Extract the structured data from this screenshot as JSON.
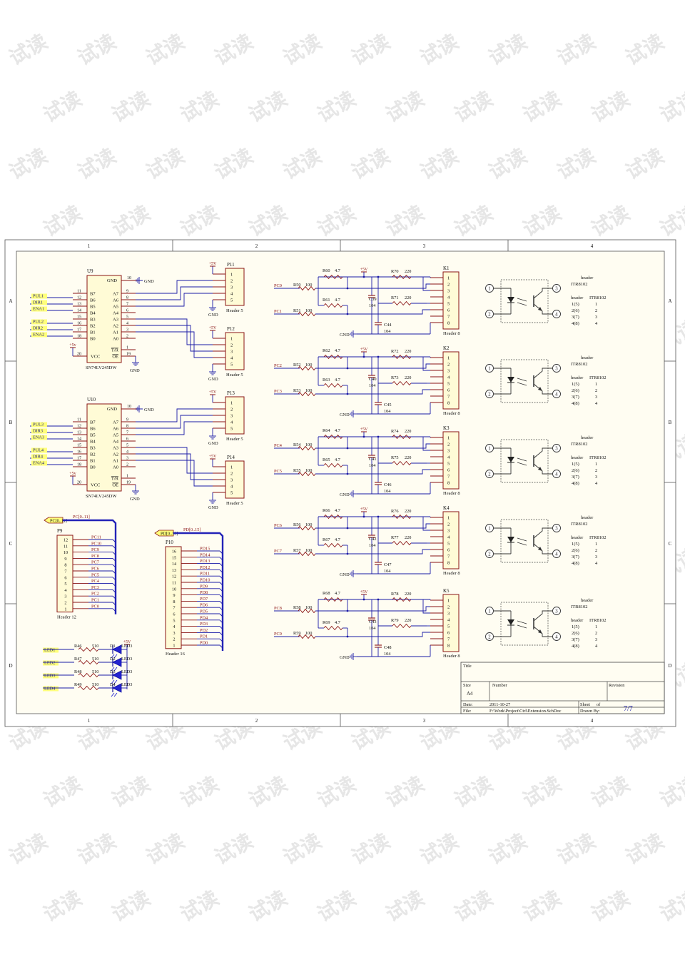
{
  "watermark": "试读",
  "border": {
    "columns": [
      "1",
      "2",
      "3",
      "4"
    ],
    "rows": [
      "A",
      "B",
      "C",
      "D"
    ]
  },
  "buffers": [
    {
      "ref": "U9",
      "part": "SN74LV245DW",
      "gnd": "GND",
      "gnd_pin": "10",
      "vcc": "VCC",
      "vcc_pin": "20",
      "supply": "+5v",
      "dir_pin_name": "T/R",
      "oe_pin_name": "OE",
      "dir_pin": "1",
      "oe_pin": "19",
      "oe_gnd": "GND",
      "left_pins": [
        {
          "num": "11",
          "name": "B7"
        },
        {
          "num": "12",
          "name": "B6"
        },
        {
          "num": "13",
          "name": "B5"
        },
        {
          "num": "14",
          "name": "B4"
        },
        {
          "num": "15",
          "name": "B3"
        },
        {
          "num": "16",
          "name": "B2"
        },
        {
          "num": "17",
          "name": "B1"
        },
        {
          "num": "18",
          "name": "B0"
        }
      ],
      "right_pins": [
        {
          "num": "9",
          "name": "A7"
        },
        {
          "num": "8",
          "name": "A6"
        },
        {
          "num": "7",
          "name": "A5"
        },
        {
          "num": "6",
          "name": "A4"
        },
        {
          "num": "5",
          "name": "A3"
        },
        {
          "num": "4",
          "name": "A2"
        },
        {
          "num": "3",
          "name": "A1"
        },
        {
          "num": "2",
          "name": "A0"
        }
      ],
      "nets": [
        "PUL1",
        "DIR1",
        "ENA1",
        "PUL2",
        "DIR2",
        "ENA2"
      ]
    },
    {
      "ref": "U10",
      "part": "SN74LV245DW",
      "gnd": "GND",
      "gnd_pin": "10",
      "vcc": "VCC",
      "vcc_pin": "20",
      "supply": "+5v",
      "dir_pin_name": "T/R",
      "oe_pin_name": "OE",
      "dir_pin": "1",
      "oe_pin": "19",
      "oe_gnd": "GND",
      "left_pins": [
        {
          "num": "11",
          "name": "B7"
        },
        {
          "num": "12",
          "name": "B6"
        },
        {
          "num": "13",
          "name": "B5"
        },
        {
          "num": "14",
          "name": "B4"
        },
        {
          "num": "15",
          "name": "B3"
        },
        {
          "num": "16",
          "name": "B2"
        },
        {
          "num": "17",
          "name": "B1"
        },
        {
          "num": "18",
          "name": "B0"
        }
      ],
      "right_pins": [
        {
          "num": "9",
          "name": "A7"
        },
        {
          "num": "8",
          "name": "A6"
        },
        {
          "num": "7",
          "name": "A5"
        },
        {
          "num": "6",
          "name": "A4"
        },
        {
          "num": "5",
          "name": "A3"
        },
        {
          "num": "4",
          "name": "A2"
        },
        {
          "num": "3",
          "name": "A1"
        },
        {
          "num": "2",
          "name": "A0"
        }
      ],
      "nets": [
        "PUL3",
        "DIR3",
        "ENA3",
        "PUL4",
        "DIR4",
        "ENA4"
      ]
    }
  ],
  "small_headers": [
    {
      "ref": "P11",
      "label": "Header 5",
      "supply": "+5V",
      "gnd": "GND",
      "pins": [
        "1",
        "2",
        "3",
        "4",
        "5"
      ]
    },
    {
      "ref": "P12",
      "label": "Header 5",
      "supply": "+5V",
      "gnd": "GND",
      "pins": [
        "1",
        "2",
        "3",
        "4",
        "5"
      ]
    },
    {
      "ref": "P13",
      "label": "Header 5",
      "supply": "+5V",
      "gnd": "GND",
      "pins": [
        "1",
        "2",
        "3",
        "4",
        "5"
      ]
    },
    {
      "ref": "P14",
      "label": "Header 5",
      "supply": "+5V",
      "gnd": "GND",
      "pins": [
        "1",
        "2",
        "3",
        "4",
        "5"
      ]
    }
  ],
  "bus_headers": [
    {
      "ref": "P9",
      "label": "Header 12",
      "port": "PC[0..11]",
      "bus": "PC[0..11]",
      "pins": [
        "12",
        "11",
        "10",
        "9",
        "8",
        "7",
        "6",
        "5",
        "4",
        "3",
        "2",
        "1"
      ],
      "nets": [
        "PC11",
        "PC10",
        "PC9",
        "PC8",
        "PC7",
        "PC6",
        "PC5",
        "PC4",
        "PC3",
        "PC2",
        "PC1",
        "PC0"
      ]
    },
    {
      "ref": "P10",
      "label": "Header 16",
      "port": "PD[0..15]",
      "bus": "PD[0..15]",
      "pins": [
        "16",
        "15",
        "14",
        "13",
        "12",
        "11",
        "10",
        "9",
        "8",
        "7",
        "6",
        "5",
        "4",
        "3",
        "2",
        "1"
      ],
      "nets": [
        "PD15",
        "PD14",
        "PD13",
        "PD12",
        "PD11",
        "PD10",
        "PD9",
        "PD8",
        "PD7",
        "PD6",
        "PD5",
        "PD4",
        "PD3",
        "PD2",
        "PD1",
        "PD0"
      ]
    }
  ],
  "leds": [
    {
      "net": "LED1",
      "res": "R46",
      "val": "510",
      "diode": "D1",
      "part": "LED3"
    },
    {
      "net": "LED2",
      "res": "R47",
      "val": "510",
      "diode": "D2",
      "part": "LED3"
    },
    {
      "net": "LED3",
      "res": "R48",
      "val": "510",
      "diode": "D3",
      "part": "LED3"
    },
    {
      "net": "LED4",
      "res": "R49",
      "val": "510",
      "diode": "D4",
      "part": "LED3"
    }
  ],
  "led_supply": "+5V",
  "sensor_blocks": [
    {
      "k": "K1",
      "header": "Header 8",
      "supply": "+5V",
      "gnd": "GND",
      "pa": "R60",
      "pa_val": "4.7",
      "pb": "R61",
      "pb_val": "4.7",
      "ina": "PC0",
      "ra": "R50",
      "ra_val": "100",
      "inb": "PC1",
      "rb": "R51",
      "rb_val": "100",
      "oa": "R70",
      "oa_val": "220",
      "ob": "R71",
      "ob_val": "220",
      "ca": "C39",
      "ca_val": "104",
      "cb": "C44",
      "cb_val": "104",
      "pins": [
        "1",
        "2",
        "3",
        "4",
        "5",
        "6",
        "7",
        "8"
      ]
    },
    {
      "k": "K2",
      "header": "Header 8",
      "supply": "+5V",
      "gnd": "GND",
      "pa": "R62",
      "pa_val": "4.7",
      "pb": "R63",
      "pb_val": "4.7",
      "ina": "PC2",
      "ra": "R52",
      "ra_val": "100",
      "inb": "PC3",
      "rb": "R53",
      "rb_val": "100",
      "oa": "R72",
      "oa_val": "220",
      "ob": "R73",
      "ob_val": "220",
      "ca": "C40",
      "ca_val": "104",
      "cb": "C45",
      "cb_val": "104",
      "pins": [
        "1",
        "2",
        "3",
        "4",
        "5",
        "6",
        "7",
        "8"
      ]
    },
    {
      "k": "K3",
      "header": "Header 8",
      "supply": "+5V",
      "gnd": "GND",
      "pa": "R64",
      "pa_val": "4.7",
      "pb": "R65",
      "pb_val": "4.7",
      "ina": "PC4",
      "ra": "R54",
      "ra_val": "100",
      "inb": "PC5",
      "rb": "R55",
      "rb_val": "100",
      "oa": "R74",
      "oa_val": "220",
      "ob": "R75",
      "ob_val": "220",
      "ca": "C41",
      "ca_val": "104",
      "cb": "C46",
      "cb_val": "104",
      "pins": [
        "1",
        "2",
        "3",
        "4",
        "5",
        "6",
        "7",
        "8"
      ]
    },
    {
      "k": "K4",
      "header": "Header 8",
      "supply": "+5V",
      "gnd": "GND",
      "pa": "R66",
      "pa_val": "4.7",
      "pb": "R67",
      "pb_val": "4.7",
      "ina": "PC6",
      "ra": "R56",
      "ra_val": "100",
      "inb": "PC7",
      "rb": "R57",
      "rb_val": "100",
      "oa": "R76",
      "oa_val": "220",
      "ob": "R77",
      "ob_val": "220",
      "ca": "C42",
      "ca_val": "104",
      "cb": "C47",
      "cb_val": "104",
      "pins": [
        "1",
        "2",
        "3",
        "4",
        "5",
        "6",
        "7",
        "8"
      ]
    },
    {
      "k": "K5",
      "header": "Header 8",
      "supply": "+5V",
      "gnd": "GND",
      "pa": "R68",
      "pa_val": "4.7",
      "pb": "R69",
      "pb_val": "4.7",
      "ina": "PC8",
      "ra": "R58",
      "ra_val": "100",
      "inb": "PC9",
      "rb": "R59",
      "rb_val": "100",
      "oa": "R78",
      "oa_val": "220",
      "ob": "R79",
      "ob_val": "220",
      "ca": "C43",
      "ca_val": "104",
      "cb": "C48",
      "cb_val": "104",
      "pins": [
        "1",
        "2",
        "3",
        "4",
        "5",
        "6",
        "7",
        "8"
      ]
    }
  ],
  "opto": {
    "pins": [
      "1",
      "2",
      "3",
      "4"
    ],
    "title": "header",
    "part": "ITR8102",
    "col_a": "header",
    "col_b": "ITR8102",
    "map": [
      [
        "1(5)",
        "1"
      ],
      [
        "2(6)",
        "2"
      ],
      [
        "3(7)",
        "3"
      ],
      [
        "4(8)",
        "4"
      ]
    ]
  },
  "title_block": {
    "title_label": "Title",
    "size_label": "Size",
    "size": "A4",
    "number_label": "Number",
    "revision_label": "Revision",
    "date_label": "Date:",
    "date": "2011-10-27",
    "file_label": "File:",
    "file": "F:\\Work\\Project\\Ctrl\\Extension.SchDoc",
    "sheet_label": "Sheet",
    "of_label": "of",
    "drawn_label": "Drawn By:",
    "page": "7/7"
  },
  "colors": {
    "wire": "#1a1aa6",
    "part_line": "#8a1414",
    "part_fill": "#fffbd6",
    "text_red": "#8a1414",
    "net_fill": "#ffff7a",
    "sheet_bg": "#fffdf2"
  }
}
